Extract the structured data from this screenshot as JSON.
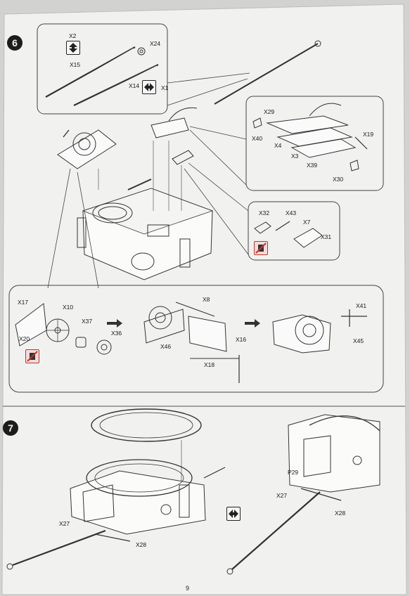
{
  "page_number": "9",
  "step6": {
    "number": "6",
    "callout_top": {
      "labels": [
        "X2",
        "X15",
        "X24",
        "X14",
        "X1"
      ]
    },
    "callout_right": {
      "labels": [
        "X29",
        "X40",
        "X4",
        "X3",
        "X19",
        "X39",
        "X30"
      ]
    },
    "callout_mid": {
      "labels": [
        "X32",
        "X43",
        "X7",
        "X31"
      ]
    },
    "winch_panel": {
      "labels": [
        "X17",
        "X10",
        "X37",
        "X36",
        "X20",
        "X8",
        "X46",
        "X16",
        "X18",
        "X41",
        "X45"
      ]
    }
  },
  "step7": {
    "number": "7",
    "labels": [
      "X27",
      "X28",
      "P29",
      "X27",
      "X28"
    ]
  },
  "icons": [
    "up-down-arrow-icon",
    "left-right-arrow-icon",
    "do-not-glue-icon",
    "do-not-glue-icon",
    "left-right-arrow-icon"
  ],
  "colors": {
    "paper": "#f1f1ef",
    "ink": "#222222",
    "warning_red": "#c0392b"
  }
}
